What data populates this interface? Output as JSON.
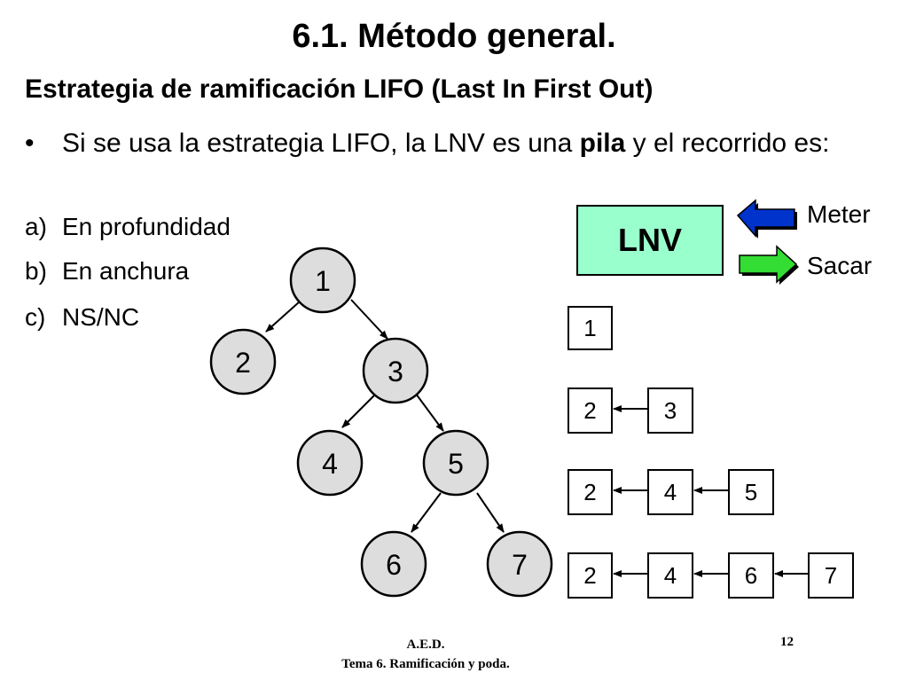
{
  "slide": {
    "title": "6.1. Método general.",
    "subtitle": "Estrategia de ramificación LIFO (Last In First Out)",
    "bullet": {
      "marker": "•",
      "text_before": "Si se usa la estrategia LIFO, la LNV es una ",
      "text_bold": "pila",
      "text_after": " y el recorrido es:"
    },
    "options": [
      {
        "marker": "a)",
        "label": "En profundidad"
      },
      {
        "marker": "b)",
        "label": "En anchura"
      },
      {
        "marker": "c)",
        "label": "NS/NC"
      }
    ]
  },
  "lnv": {
    "label": "LNV",
    "color": "#99ffcc",
    "push_label": "Meter",
    "push_color": "#0033cc",
    "pop_label": "Sacar",
    "pop_color": "#33dd33"
  },
  "tree": {
    "node_fill": "#dddddd",
    "nodes": [
      "1",
      "2",
      "3",
      "4",
      "5",
      "6",
      "7"
    ],
    "edges": [
      [
        "1",
        "2"
      ],
      [
        "1",
        "3"
      ],
      [
        "3",
        "4"
      ],
      [
        "3",
        "5"
      ],
      [
        "5",
        "6"
      ],
      [
        "5",
        "7"
      ]
    ]
  },
  "stack_states": [
    [
      "1"
    ],
    [
      "2",
      "3"
    ],
    [
      "2",
      "4",
      "5"
    ],
    [
      "2",
      "4",
      "6",
      "7"
    ]
  ],
  "footer": {
    "line1": "A.E.D.",
    "line2": "Tema 6. Ramificación y poda.",
    "page": "12"
  }
}
